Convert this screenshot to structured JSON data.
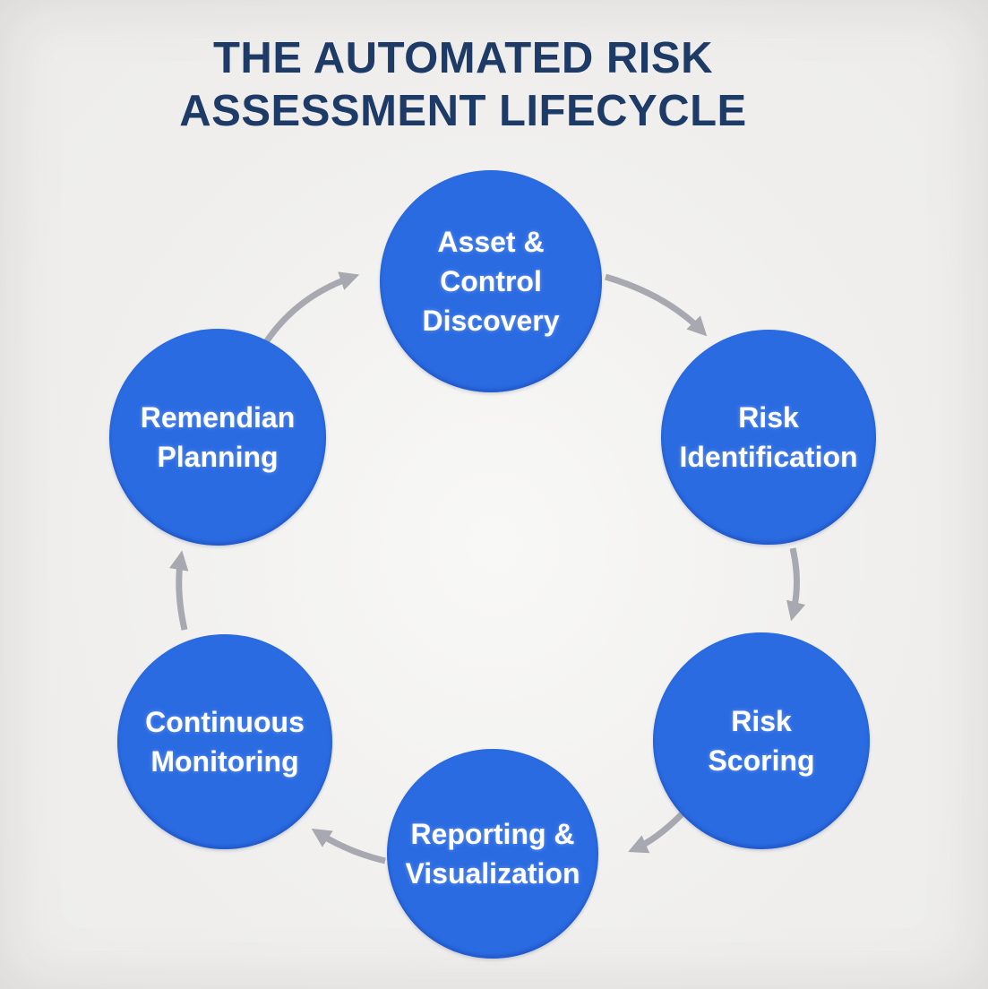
{
  "title": {
    "line1": "THE AUTOMATED RISK",
    "line2": "ASSESSMENT LIFECYCLE"
  },
  "stages": [
    {
      "id": "asset-control-discovery",
      "label": "Asset &\nControl\nDiscovery"
    },
    {
      "id": "risk-identification",
      "label": "Risk\nIdentification"
    },
    {
      "id": "risk-scoring",
      "label": "Risk\nScoring"
    },
    {
      "id": "reporting-visualization",
      "label": "Reporting &\nVisualization"
    },
    {
      "id": "continuous-monitoring",
      "label": "Continuous\nMonitoring"
    },
    {
      "id": "remendian-planning",
      "label": "Remendian\nPlanning"
    }
  ],
  "flow": [
    "remendian-planning -> asset-control-discovery",
    "asset-control-discovery -> risk-identification",
    "risk-identification -> risk-scoring",
    "risk-scoring -> reporting-visualization",
    "reporting-visualization -> continuous-monitoring",
    "continuous-monitoring -> remendian-planning"
  ],
  "colors": {
    "circle_fill": "#2b6be2",
    "label_text": "#ffffff",
    "title_text": "#1e3a66",
    "arrow": "#a8a9b0",
    "background": "#f0efed",
    "background_center": "#f8f8f6"
  }
}
